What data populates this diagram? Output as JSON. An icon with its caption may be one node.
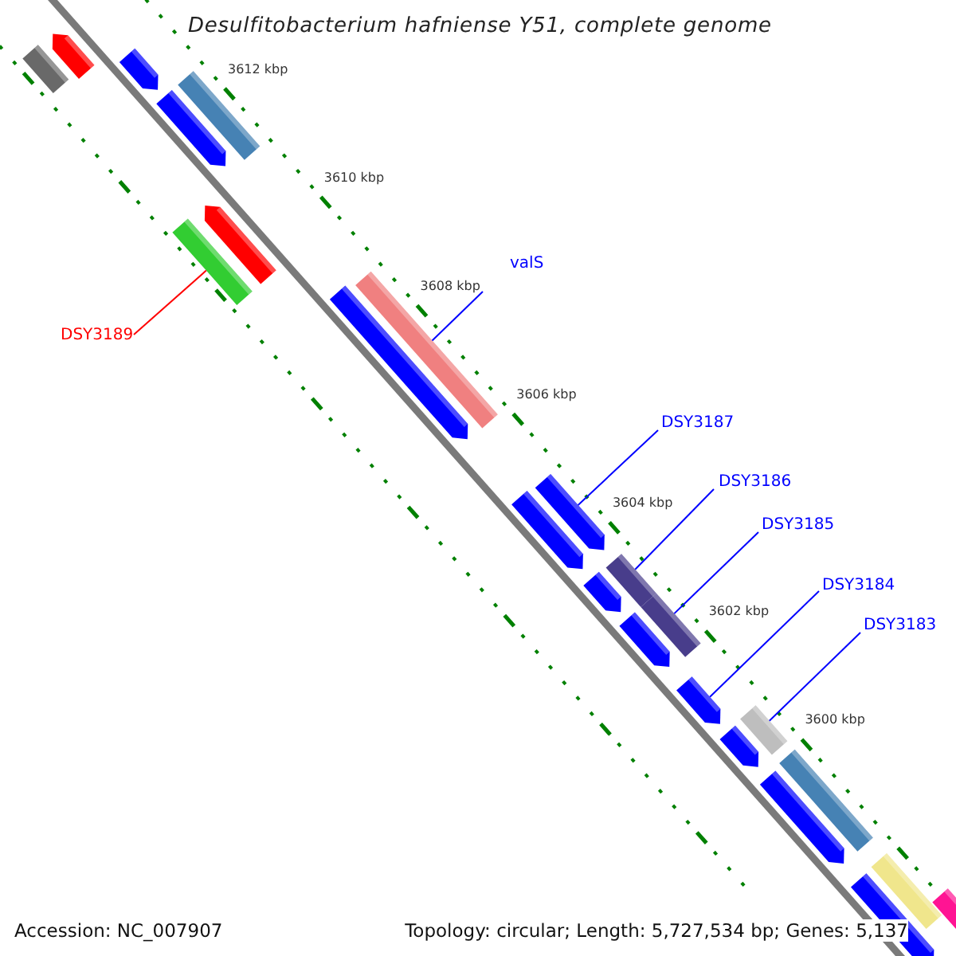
{
  "diagram": {
    "title": "Desulfitobacterium hafniense Y51, complete genome",
    "nodes": [
      {
        "text": [
          "valS"
        ]
      },
      {
        "text": [
          "DSY3189"
        ]
      },
      {
        "text": [
          "DSY3187"
        ]
      },
      {
        "text": [
          "DSY3186"
        ]
      },
      {
        "text": [
          "DSY3185"
        ]
      },
      {
        "text": [
          "DSY3184"
        ]
      },
      {
        "text": [
          "DSY3183"
        ]
      },
      {
        "text": [],
        "shape": "bar"
      },
      {
        "text": [],
        "shape": "bar"
      },
      {
        "text": [],
        "shape": "arrow"
      },
      {
        "text": [],
        "shape": "bar"
      },
      {
        "text": [],
        "shape": "bar"
      },
      {
        "text": [],
        "shape": "arrow"
      },
      {
        "text": [],
        "shape": "bar"
      },
      {
        "text": [],
        "shape": "arrow"
      },
      {
        "text": [],
        "shape": "bar"
      },
      {
        "text": [],
        "shape": "arrow"
      },
      {
        "text": [],
        "shape": "arrow"
      },
      {
        "text": [],
        "shape": "arrow"
      },
      {
        "text": [],
        "shape": "bar"
      },
      {
        "text": [],
        "shape": "arrow"
      },
      {
        "text": [],
        "shape": "arrow"
      },
      {
        "text": [],
        "shape": "arrow"
      },
      {
        "text": [],
        "shape": "arrow"
      },
      {
        "text": [],
        "shape": "arrow"
      },
      {
        "text": [],
        "shape": "arrow"
      },
      {
        "text": [],
        "shape": "bar"
      },
      {
        "text": [],
        "shape": "arrow"
      },
      {
        "text": [],
        "shape": "bar"
      },
      {
        "text": [],
        "shape": "bar"
      }
    ],
    "edges": [
      {
        "from": 0,
        "to": 8,
        "arrow": "none"
      },
      {
        "from": 1,
        "to": 7,
        "arrow": "none",
        "color": "#ff0000"
      },
      {
        "from": 2,
        "to": 9,
        "arrow": "none"
      },
      {
        "from": 3,
        "to": 10,
        "arrow": "none"
      },
      {
        "from": 4,
        "to": 11,
        "arrow": "none"
      },
      {
        "from": 5,
        "to": 12,
        "arrow": "none"
      },
      {
        "from": 6,
        "to": 13,
        "arrow": "none"
      }
    ],
    "labels": [
      "3612 kbp",
      "3610 kbp",
      "3608 kbp",
      "3606 kbp",
      "3604 kbp",
      "3602 kbp",
      "3600 kbp",
      "Accession: NC_007907",
      "Topology: circular; Length: 5,727,534 bp; Genes: 5,137"
    ]
  }
}
